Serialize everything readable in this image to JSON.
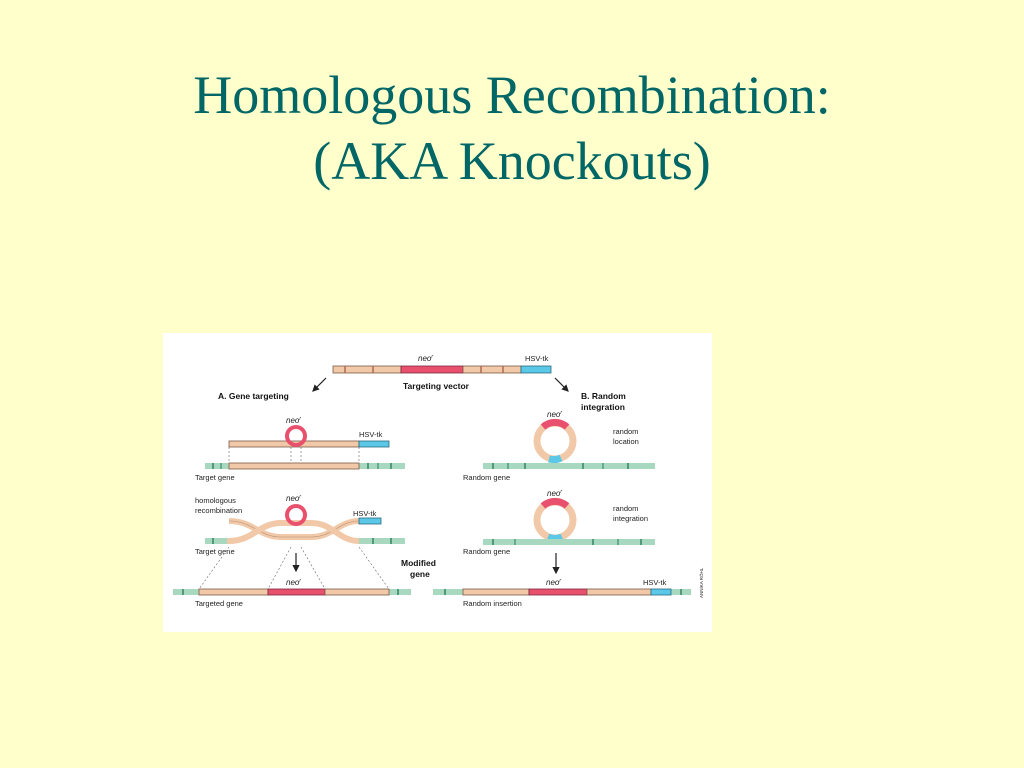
{
  "slide": {
    "title_line1": "Homologous Recombination:",
    "title_line2": "(AKA Knockouts)"
  },
  "diagram": {
    "neo_label": "neo",
    "neo_superscript": "r",
    "hsv_label": "HSV-tk",
    "targeting_vector": "Targeting vector",
    "gene_targeting": "A. Gene targeting",
    "random_integration_line1": "B. Random",
    "random_integration_line2": "integration",
    "target_gene": "Target gene",
    "random_gene": "Random gene",
    "random_location_line1": "random",
    "random_location_line2": "location",
    "random_integration_note_line1": "random",
    "random_integration_note_line2": "integration",
    "homologous_line1": "homologous",
    "homologous_line2": "recombination",
    "modified_gene_line1": "Modified",
    "modified_gene_line2": "gene",
    "targeted_gene": "Targeted gene",
    "random_insertion": "Random insertion",
    "credit": "ANNIKA RÖHL",
    "colors": {
      "homology_arm": "#F2C9A8",
      "neo": "#E8506E",
      "hsv_tk": "#5BC8E8",
      "chromosome": "#A8D8C0",
      "chromosome_band": "#4E9A7A"
    }
  }
}
